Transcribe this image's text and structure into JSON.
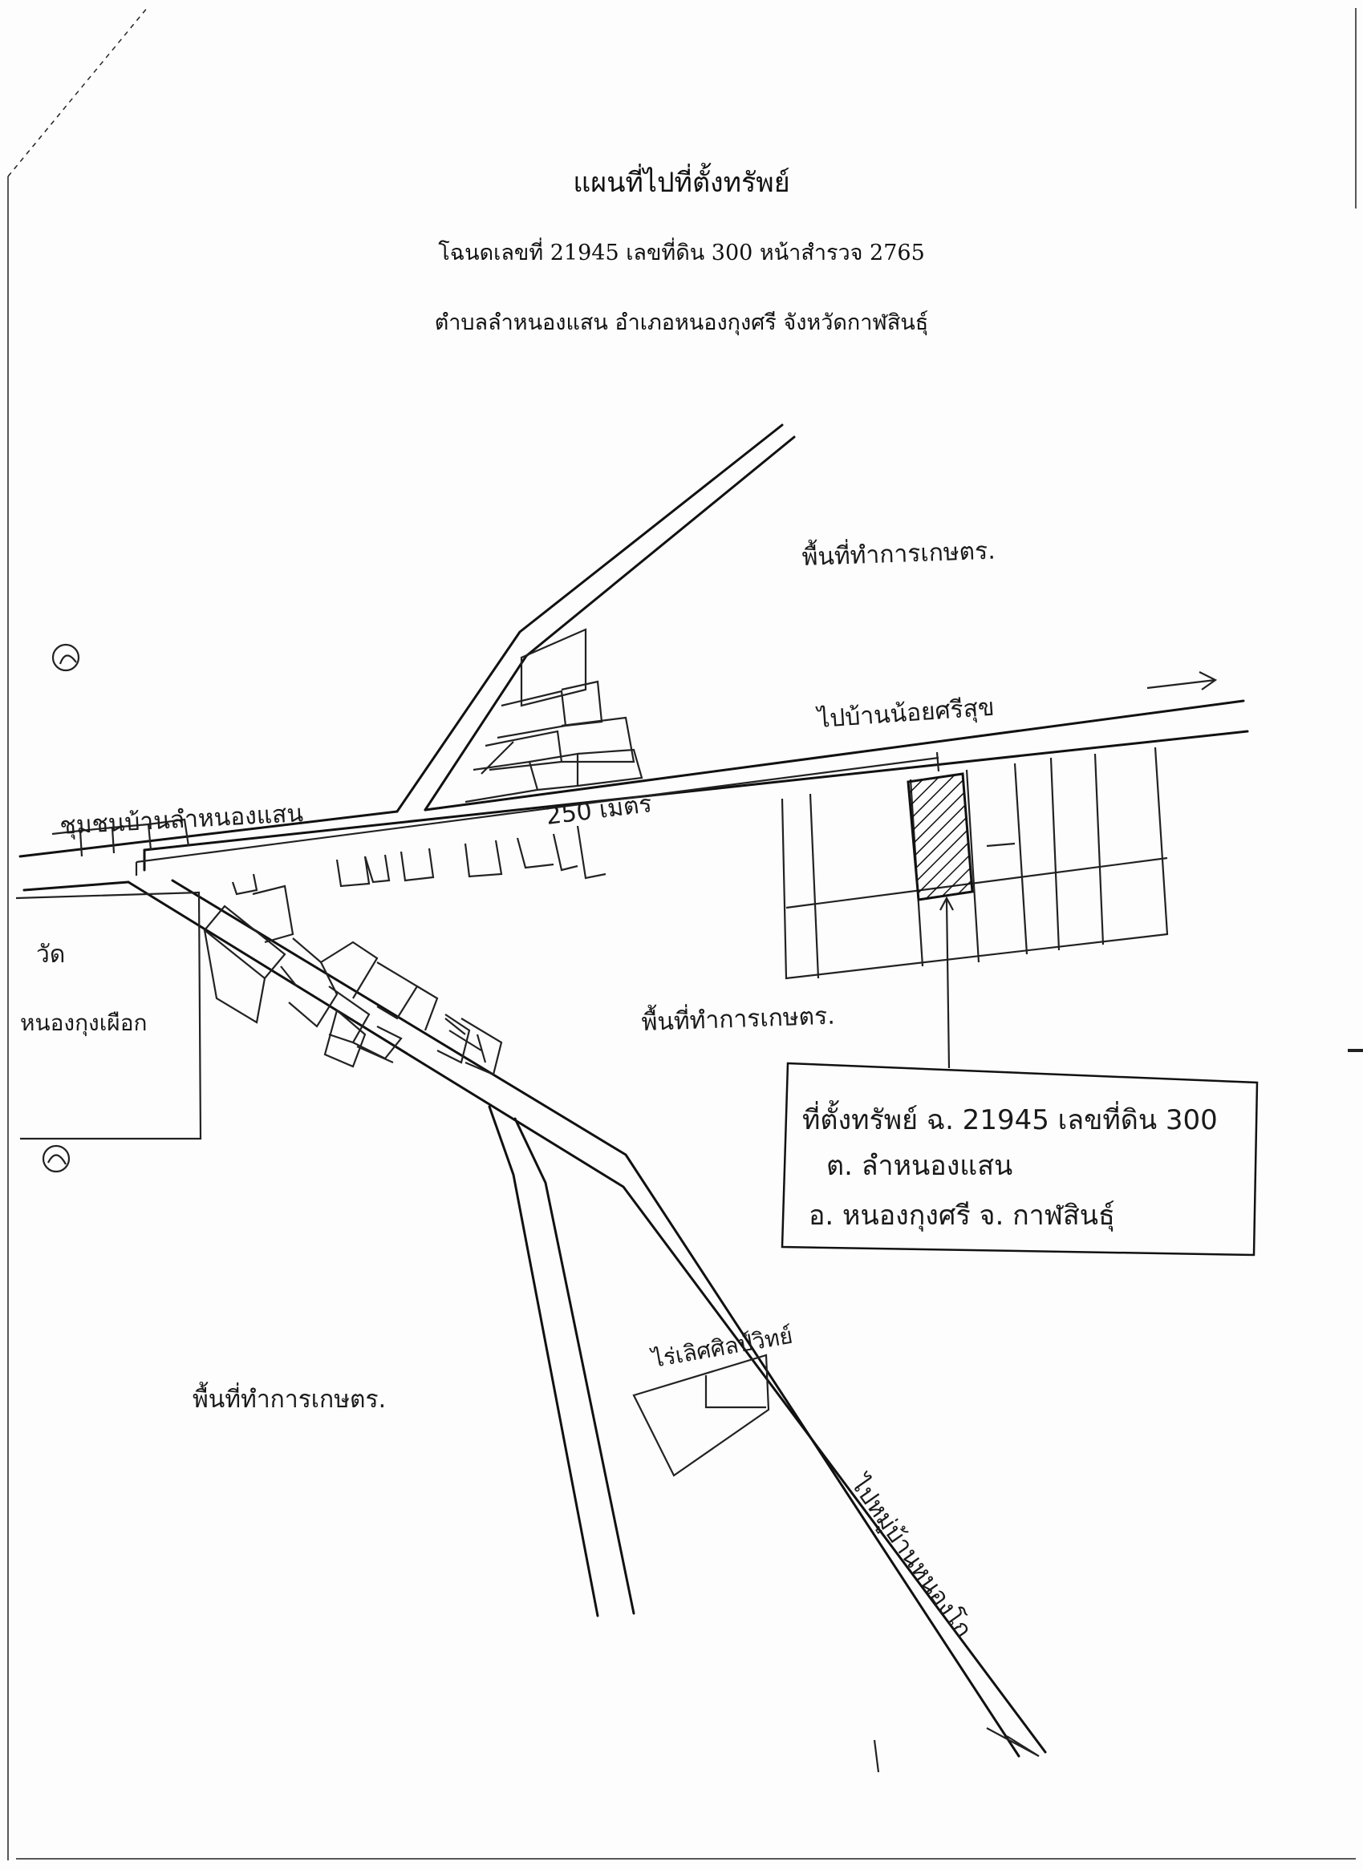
{
  "header": {
    "title": "แผนที่ไปที่ตั้งทรัพย์",
    "deed_line": "โฉนดเลขที่ 21945 เลขที่ดิน 300 หน้าสำรวจ 2765",
    "location_line": "ตำบลลำหนองแสน อำเภอหนองกุงศรี จังหวัดกาฬสินธุ์"
  },
  "map": {
    "labels": {
      "farm_ne": "พื้นที่ทำการเกษตร.",
      "farm_center": "พื้นที่ทำการเกษตร.",
      "farm_sw": "พื้นที่ทำการเกษตร.",
      "community": "ชุมชนบ้านลำหนองแสน",
      "to_noi_si_suk": "ไปบ้านน้อยศรีสุข",
      "distance": "250 เมตร",
      "temple_wat": "วัด",
      "temple_name": "หนองกุงเผือก",
      "plantation": "ไร่เลิศศิลป์วิทย์",
      "to_nong_ko": "ไปหมู่บ้านหนองโก"
    },
    "property_box": {
      "line1": "ที่ตั้งทรัพย์ ฉ. 21945 เลขที่ดิน 300",
      "line2": "ต. ลำหนองแสน",
      "line3": "อ. หนองกุงศรี  จ. กาฬสินธุ์"
    }
  }
}
